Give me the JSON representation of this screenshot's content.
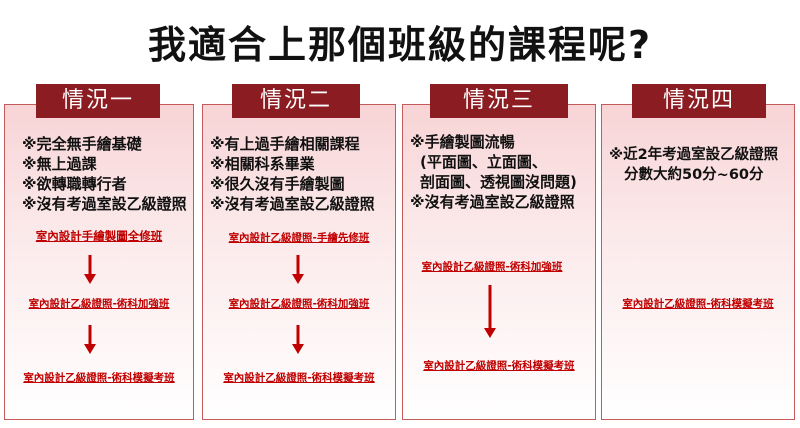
{
  "title": "我適合上那個班級的課程呢?",
  "colors": {
    "label_bg": "#8b1d22",
    "course_link": "#c00000",
    "arrow": "#c00000"
  },
  "situations": [
    {
      "label": "情況一",
      "items": [
        "※完全無手繪基礎",
        "※無上過課",
        "※欲轉職轉行者",
        "※沒有考過室設乙級證照"
      ],
      "courses": [
        "室內設計手繪製圖全修班",
        "室內設計乙級證照-術科加強班",
        "室內設計乙級證照-術科模擬考班"
      ]
    },
    {
      "label": "情況二",
      "items": [
        "※有上過手繪相關課程",
        "※相關科系畢業",
        "※很久沒有手繪製圖",
        "※沒有考過室設乙級證照"
      ],
      "courses": [
        "室內設計乙級證照-手繪先修班",
        "室內設計乙級證照-術科加強班",
        "室內設計乙級證照-術科模擬考班"
      ]
    },
    {
      "label": "情況三",
      "items": [
        "※手繪製圖流暢",
        "(平面圖、立面圖、",
        "剖面圖、透視圖沒問題)",
        "※沒有考過室設乙級證照"
      ],
      "courses": [
        "室內設計乙級證照-術科加強班",
        "室內設計乙級證照-術科模擬考班"
      ]
    },
    {
      "label": "情況四",
      "items": [
        "※近2年考過室設乙級證照",
        "分數大約50分~60分"
      ],
      "courses": [
        "室內設計乙級證照-術科模擬考班"
      ]
    }
  ]
}
